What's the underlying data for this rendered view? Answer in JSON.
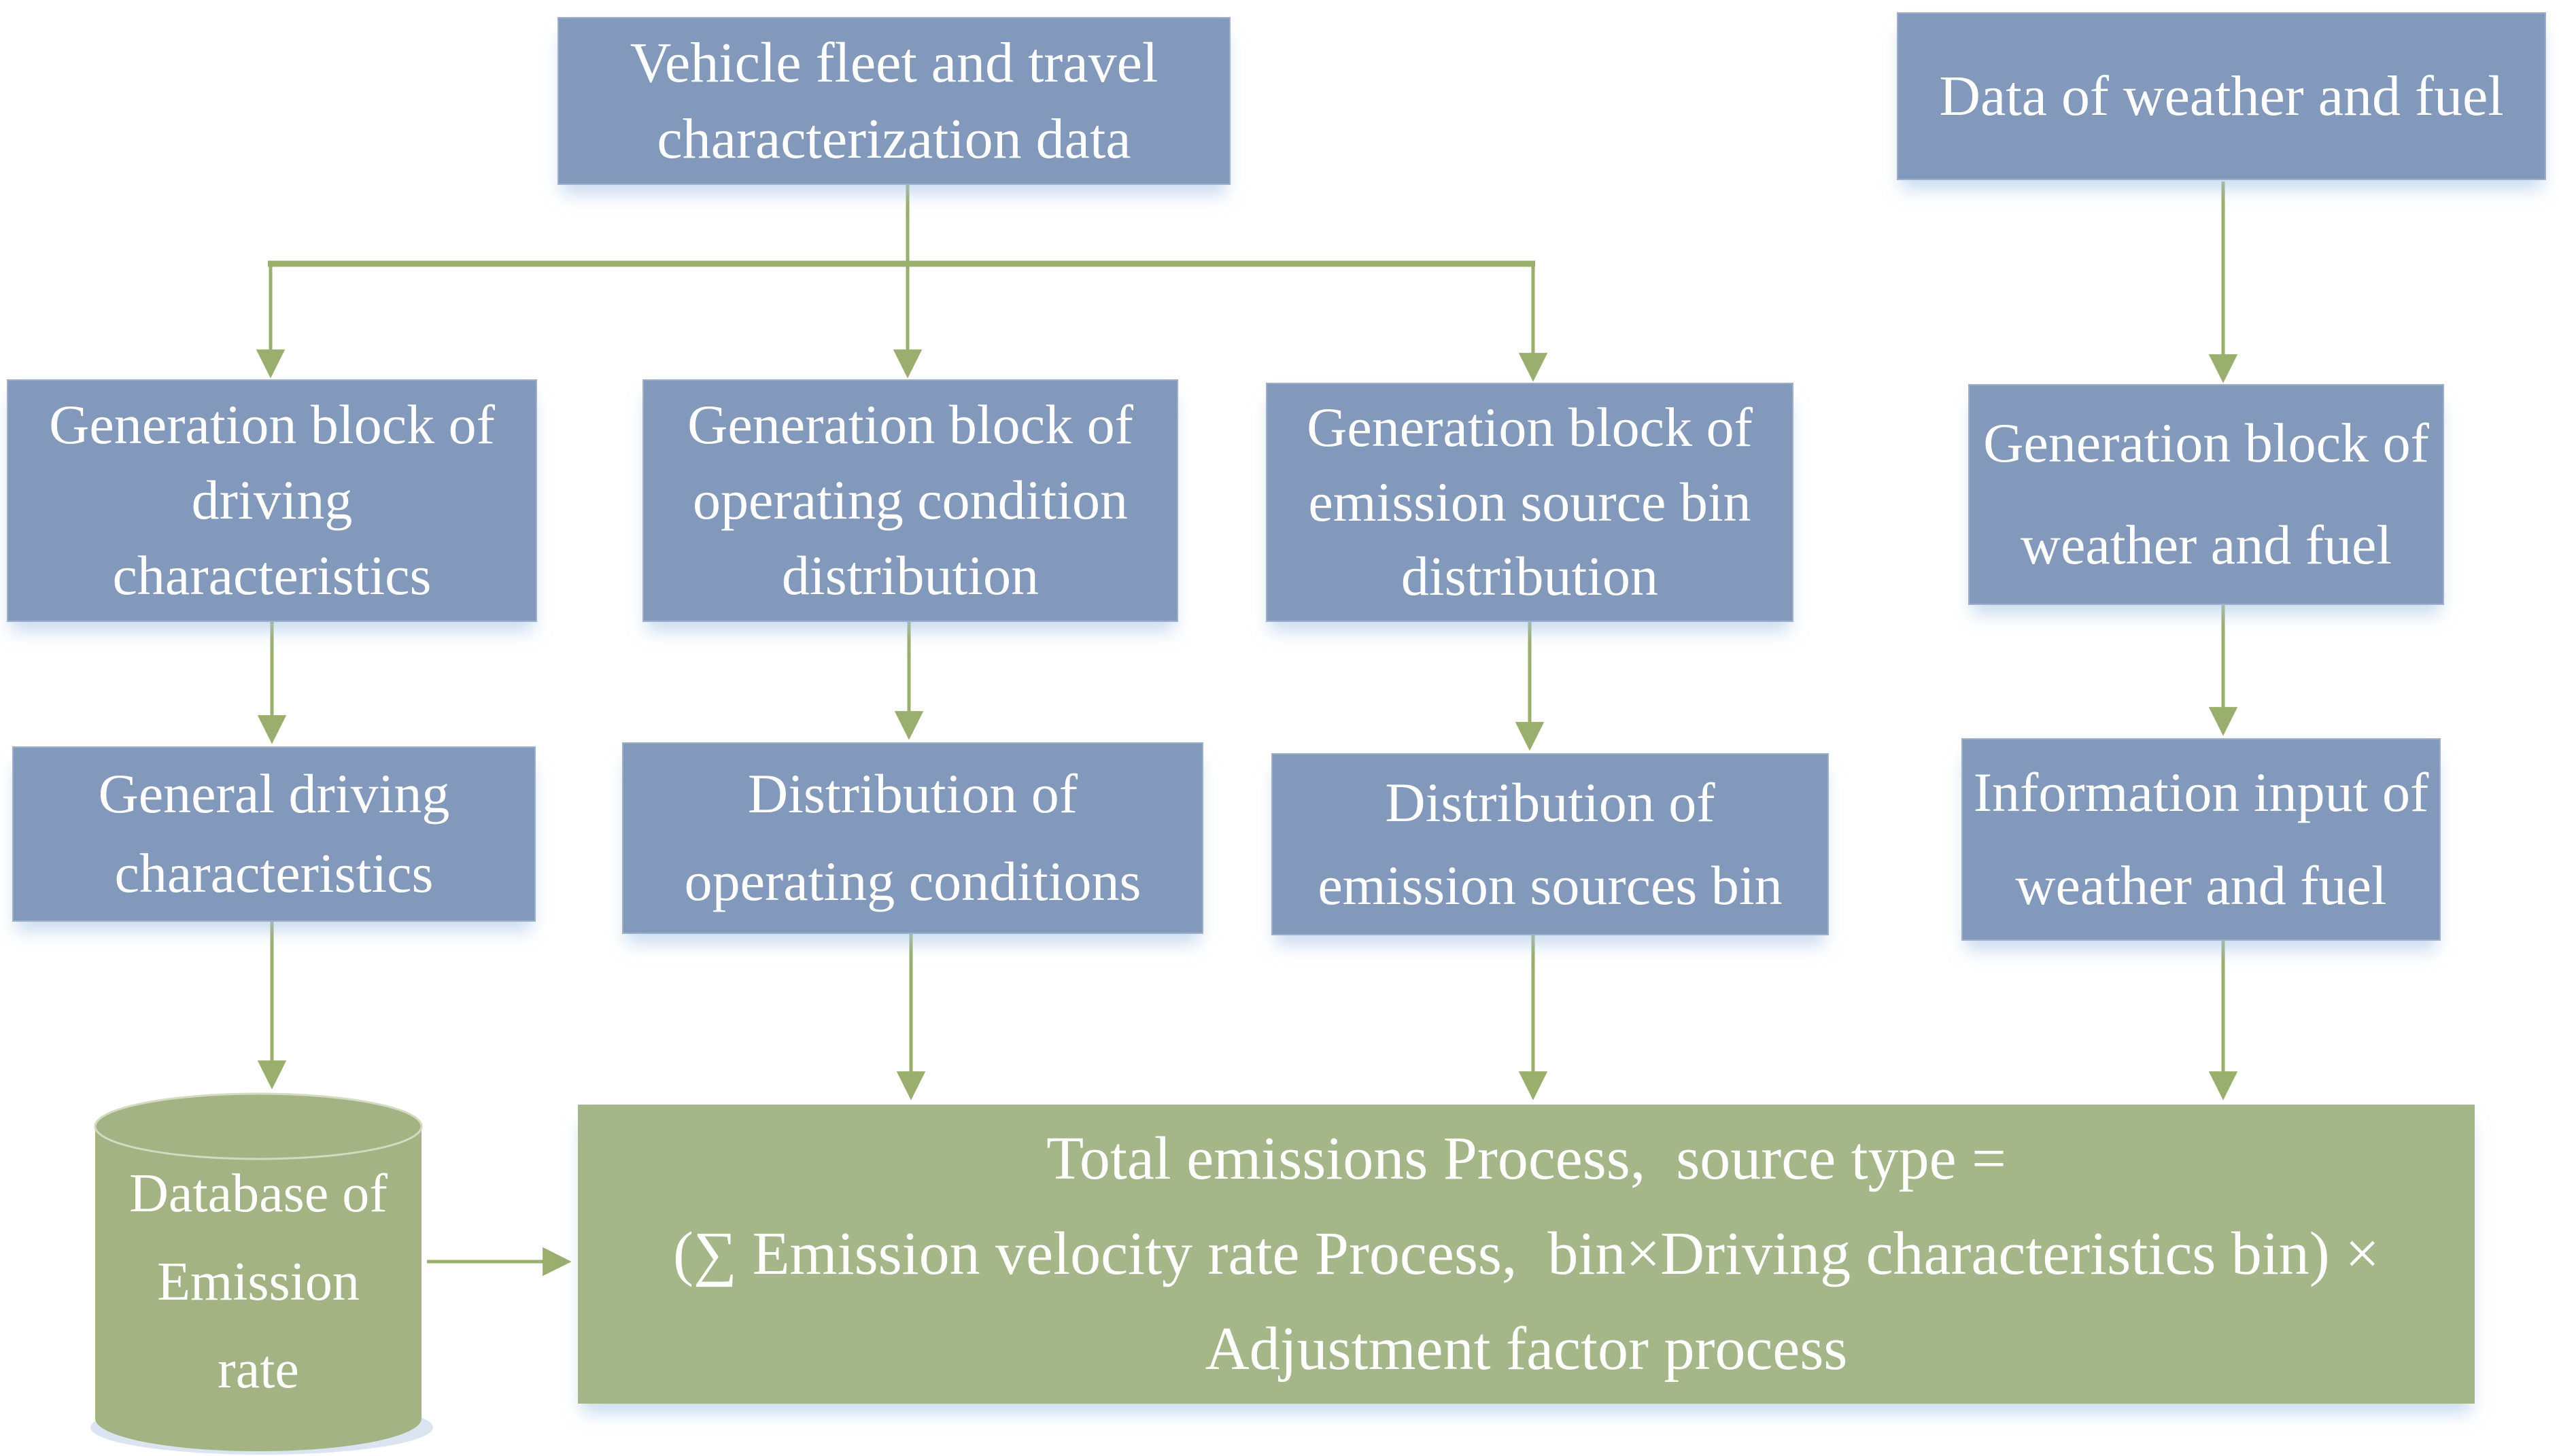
{
  "colors": {
    "box-blue": "#8399bc",
    "box-green": "#a5b689",
    "cylinder-green": "#a3b383",
    "arrow-green": "#9aaf6e",
    "text-white": "#ffffff"
  },
  "nodes": {
    "vehicle_fleet": {
      "line1": "Vehicle fleet and travel",
      "line2": "characterization data"
    },
    "weather_data": {
      "line1": "Data of weather and fuel"
    },
    "gen_driving": {
      "line1": "Generation block of",
      "line2": "driving",
      "line3": "characteristics"
    },
    "gen_operating": {
      "line1": "Generation block of",
      "line2": "operating condition",
      "line3": "distribution"
    },
    "gen_emission": {
      "line1": "Generation block of",
      "line2": "emission source bin",
      "line3": "distribution"
    },
    "gen_weather": {
      "line1": "Generation block of",
      "line2": "weather and fuel"
    },
    "general_driving": {
      "line1": "General driving",
      "line2": "characteristics"
    },
    "dist_operating": {
      "line1": "Distribution of",
      "line2": "operating conditions"
    },
    "dist_emission": {
      "line1": "Distribution of",
      "line2": "emission sources bin"
    },
    "info_weather": {
      "line1": "Information input of",
      "line2": "weather and fuel"
    },
    "database": {
      "line1": "Database of",
      "line2": "Emission",
      "line3": "rate"
    },
    "formula": {
      "line1": "Total emissions Process,  source type =",
      "line2": "(∑ Emission velocity rate Process,  bin×Driving characteristics bin) ×",
      "line3": "Adjustment factor process"
    }
  }
}
